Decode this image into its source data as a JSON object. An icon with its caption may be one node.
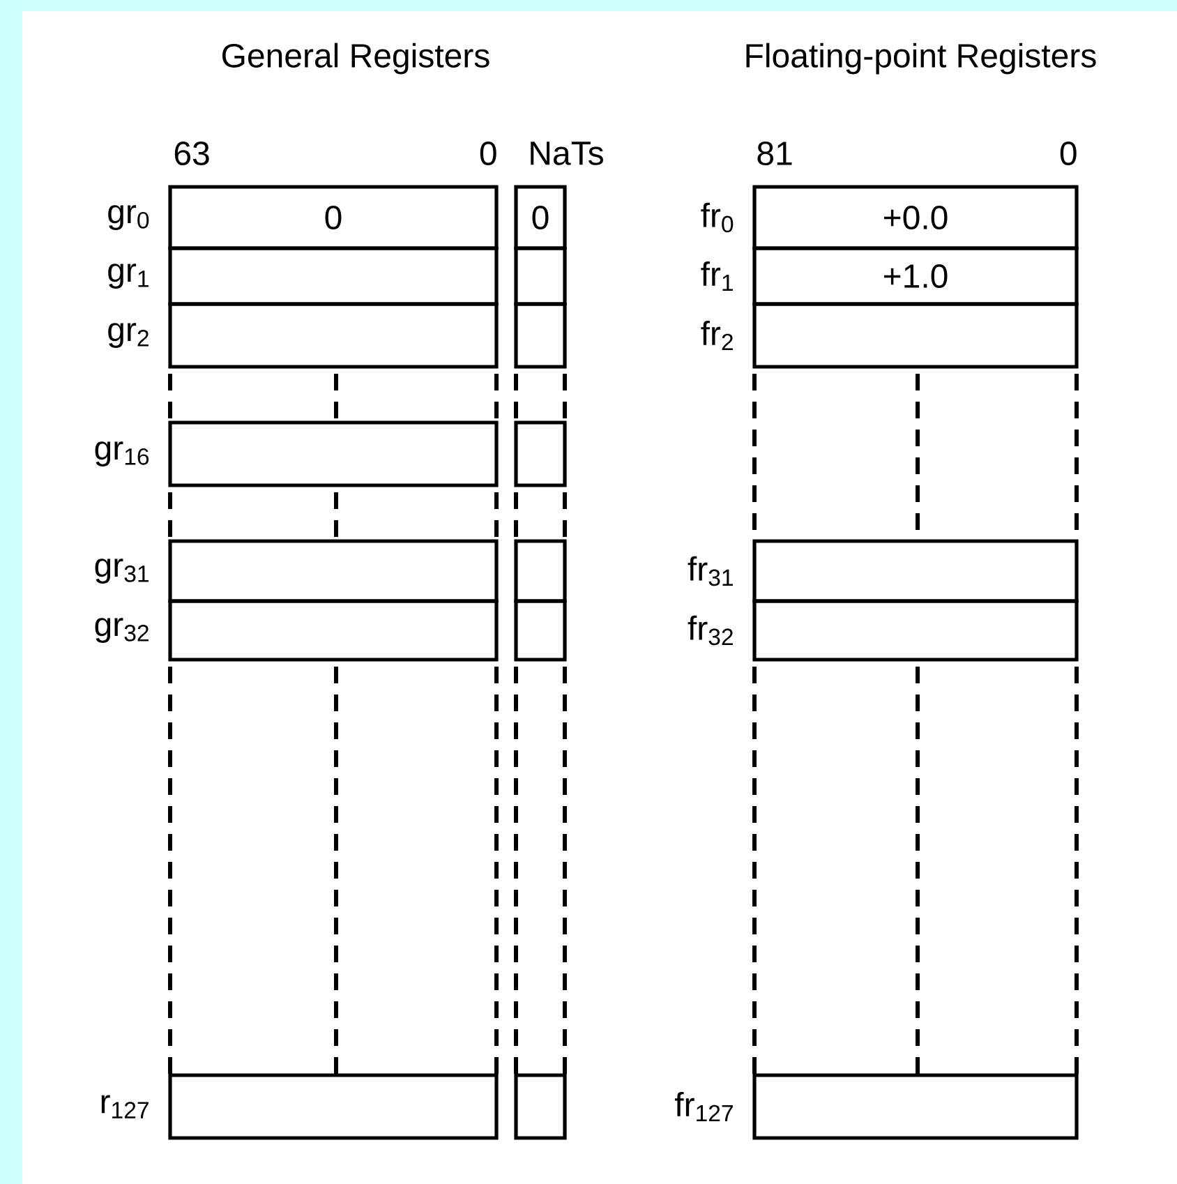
{
  "diagram": {
    "nodes": [
      {
        "text": [
          "0"
        ],
        "beside": [
          "gr$_{0}$"
        ]
      },
      {
        "text": [],
        "shape": "box",
        "beside": [
          "gr$_{1}$"
        ]
      },
      {
        "text": [],
        "shape": "box",
        "beside": [
          "gr$_{2}$"
        ]
      },
      {
        "text": [],
        "shape": "box",
        "beside": [
          "gr$_{16}$"
        ]
      },
      {
        "text": [],
        "shape": "box",
        "beside": [
          "gr$_{31}$"
        ]
      },
      {
        "text": [],
        "shape": "box",
        "beside": [
          "gr$_{32}$"
        ]
      },
      {
        "text": [],
        "shape": "box",
        "beside": [
          "r$_{127}$"
        ]
      },
      {
        "text": [
          "0"
        ]
      },
      {
        "text": [],
        "shape": "box"
      },
      {
        "text": [],
        "shape": "box"
      },
      {
        "text": [],
        "shape": "box"
      },
      {
        "text": [],
        "shape": "box"
      },
      {
        "text": [],
        "shape": "box"
      },
      {
        "text": [],
        "shape": "box"
      },
      {
        "text": [
          "+0.0"
        ],
        "beside": [
          "fr$_{0}$"
        ]
      },
      {
        "text": [
          "+1.0"
        ],
        "beside": [
          "fr$_{1}$"
        ]
      },
      {
        "text": [],
        "shape": "box",
        "beside": [
          "fr$_{2}$"
        ]
      },
      {
        "text": [],
        "shape": "box",
        "beside": [
          "fr$_{31}$"
        ]
      },
      {
        "text": [],
        "shape": "box",
        "beside": [
          "fr$_{32}$"
        ]
      },
      {
        "text": [],
        "shape": "box",
        "beside": [
          "fr$_{127}$"
        ]
      }
    ],
    "edges": [],
    "labels": [
      "General Registers",
      "Floating-point Registers",
      "63",
      "0",
      "NaTs",
      "81",
      "0"
    ]
  }
}
